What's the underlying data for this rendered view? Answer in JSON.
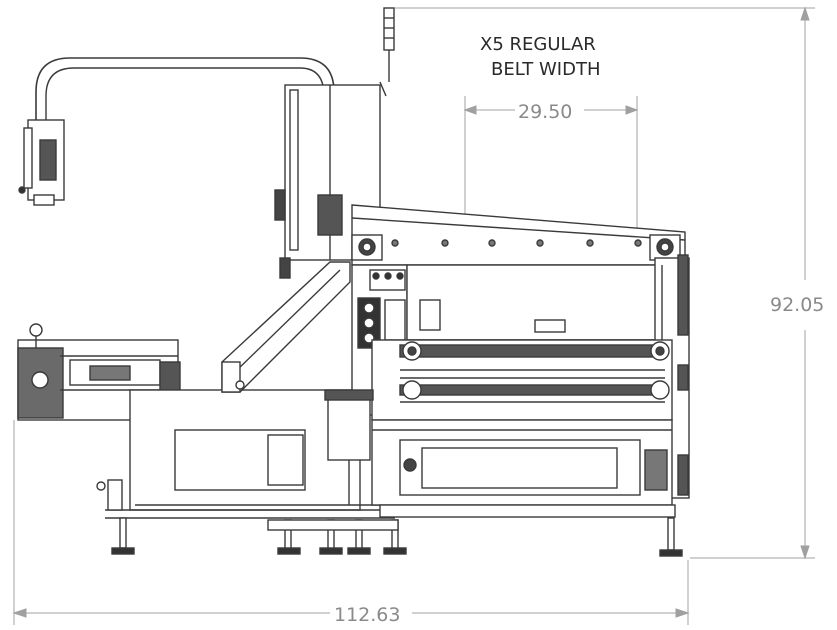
{
  "title": {
    "line1": "X5 REGULAR",
    "line2": "BELT WIDTH"
  },
  "dimensions": {
    "belt_width": "29.50",
    "overall_height": "92.05",
    "overall_length": "112.63"
  },
  "colors": {
    "line": "#3a3a3a",
    "dim_line": "#9a9a9a",
    "dim_text": "#8a8a8a",
    "fill": "#ffffff",
    "dark": "#2a2a2a"
  }
}
